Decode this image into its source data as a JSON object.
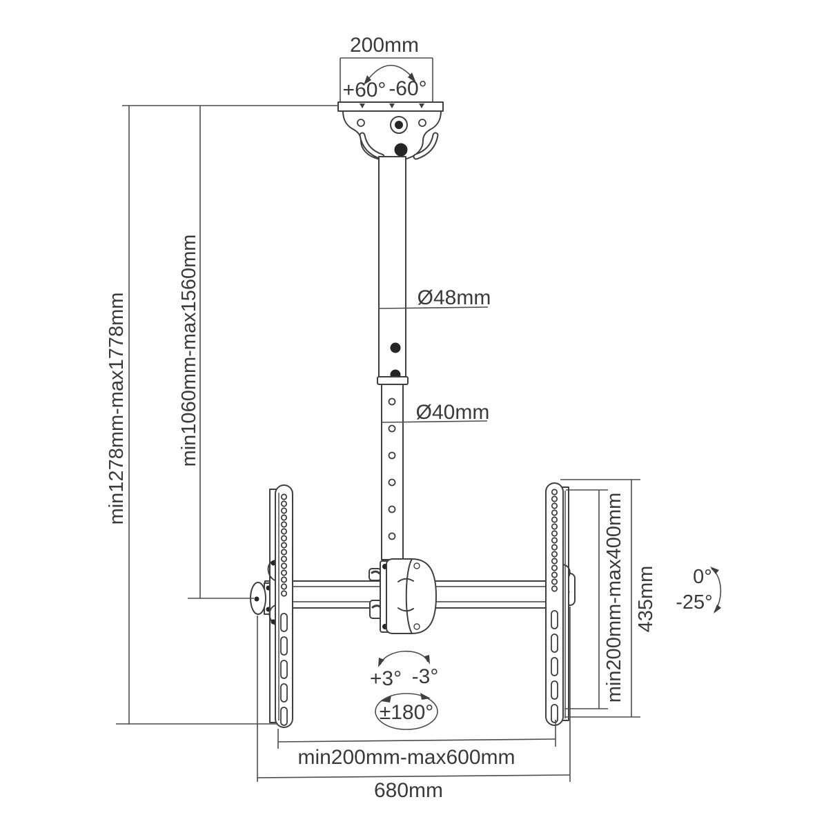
{
  "labels": {
    "ceiling_plate_width": "200mm",
    "swivel_left": "+60°",
    "swivel_right": "-60°",
    "upper_pole_diameter": "Ø48mm",
    "lower_pole_diameter": "Ø40mm",
    "overall_height_range": "min1278mm-max1778mm",
    "pole_height_range": "min1060mm-max1560mm",
    "vesa_height_range": "min200mm-max400mm",
    "bracket_height": "435mm",
    "tilt_up": "0°",
    "tilt_down": "-25°",
    "level_left": "+3°",
    "level_right": "-3°",
    "rotation_range": "±180°",
    "vesa_width_range": "min200mm-max600mm",
    "crossbar_width": "680mm"
  },
  "colors": {
    "background": "#ffffff",
    "line": "#3f3f3f",
    "dimension_line": "#4c4c4c",
    "text": "#3a3a3a",
    "bolt_fill": "#262626"
  }
}
